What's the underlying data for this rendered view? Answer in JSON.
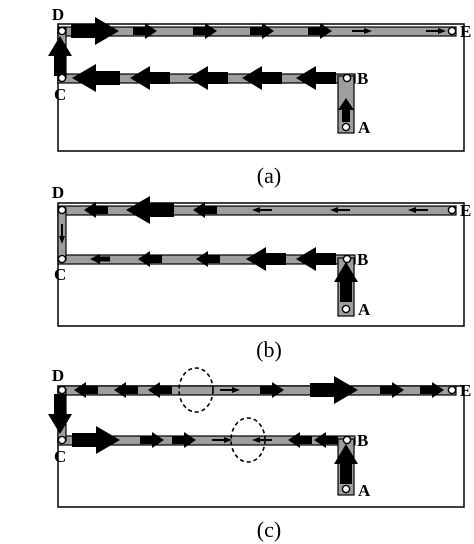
{
  "panels": [
    {
      "caption": "(a)",
      "nodes": {
        "D": "D",
        "E": "E",
        "C": "C",
        "B": "B",
        "A": "A"
      }
    },
    {
      "caption": "(b)",
      "nodes": {
        "D": "D",
        "E": "E",
        "C": "C",
        "B": "B",
        "A": "A"
      }
    },
    {
      "caption": "(c)",
      "nodes": {
        "D": "D",
        "E": "E",
        "C": "C",
        "B": "B",
        "A": "A"
      }
    }
  ]
}
